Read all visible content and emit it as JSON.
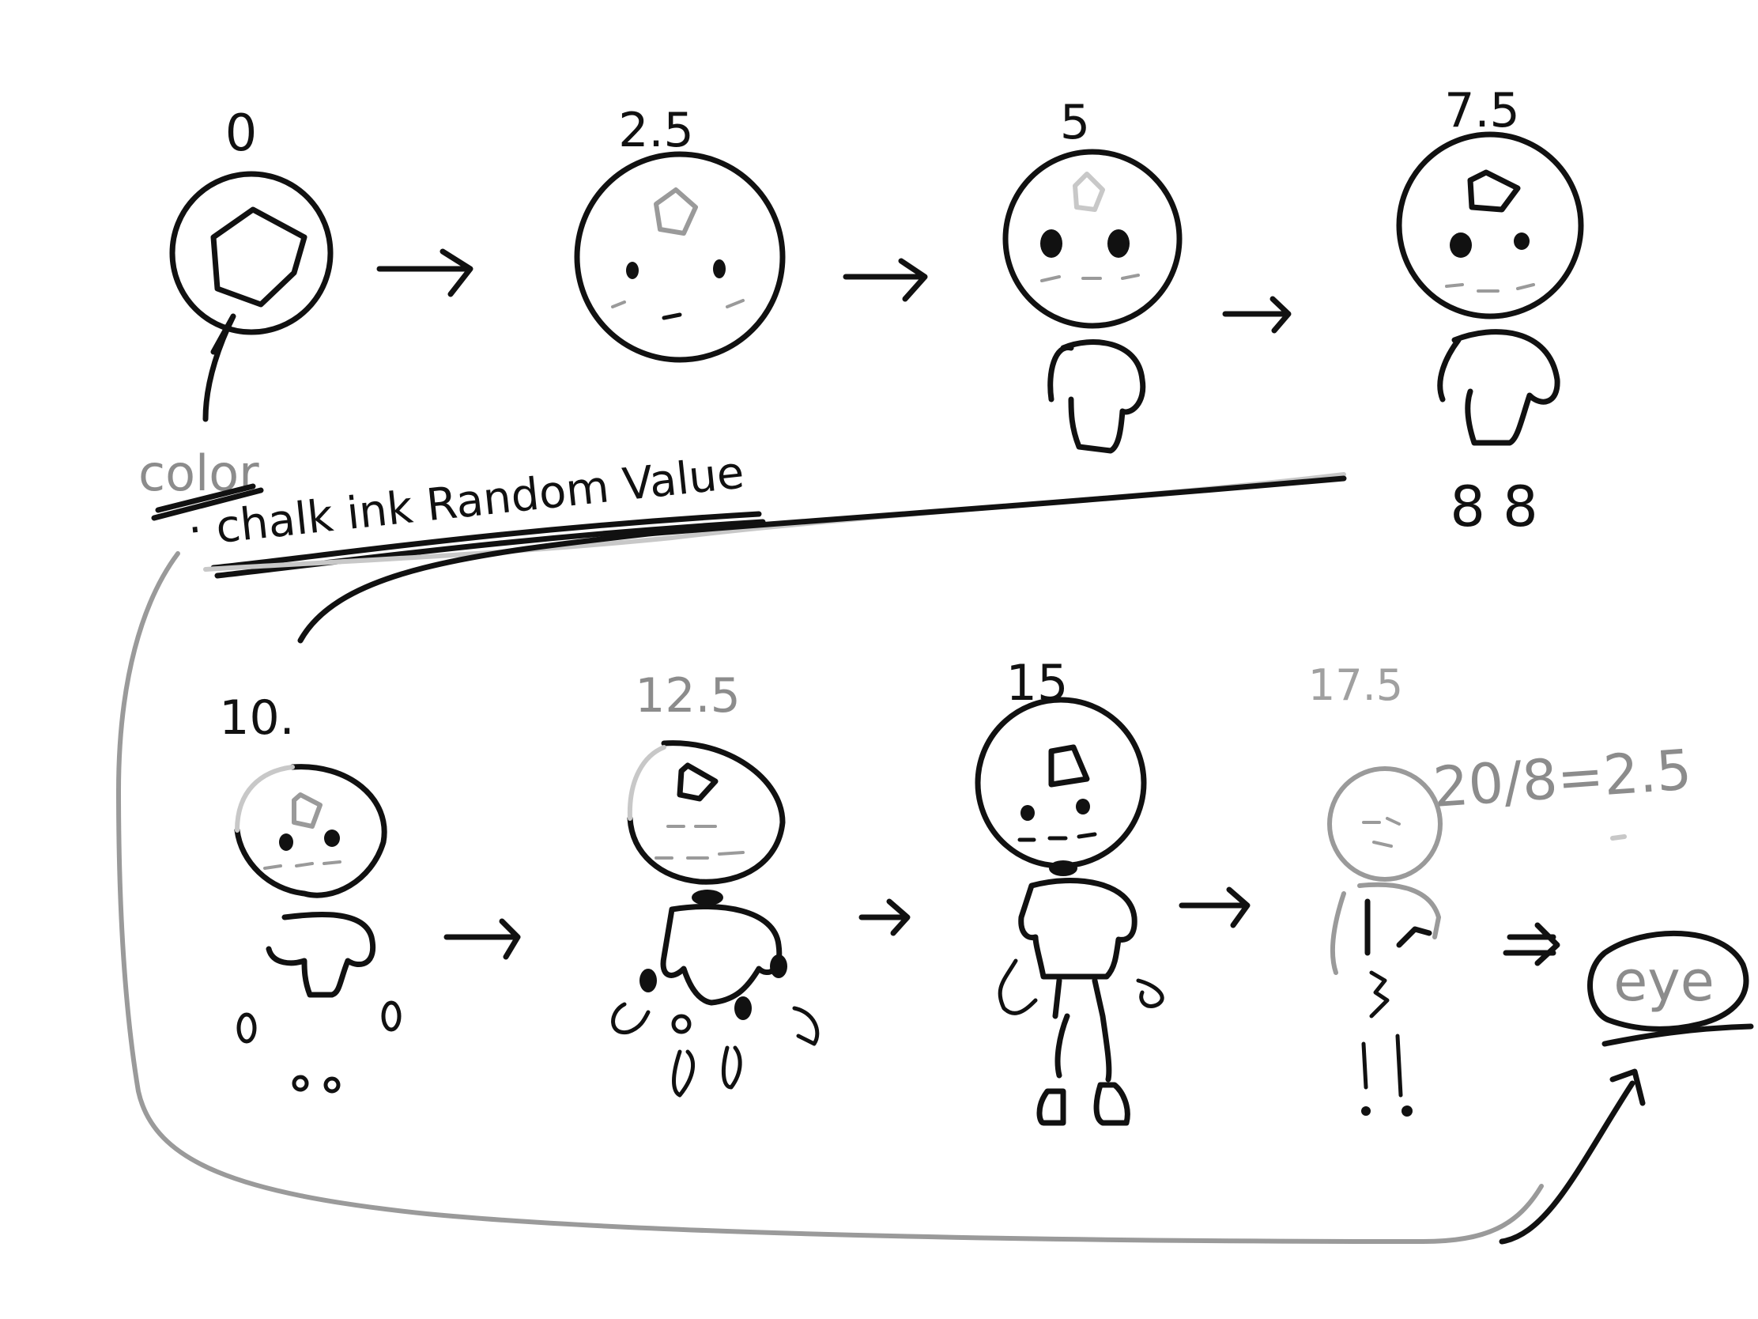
{
  "stages": [
    {
      "label": "0"
    },
    {
      "label": "2.5"
    },
    {
      "label": "5"
    },
    {
      "label": "7.5"
    },
    {
      "label": "10."
    },
    {
      "label": "12.5"
    },
    {
      "label": "15"
    },
    {
      "label": "17.5"
    }
  ],
  "annotations": {
    "color": "color",
    "random_note": "· chalk ink Random Value",
    "division": "20/8=2.5",
    "eye": "eye",
    "ticks_7_5": "8 8"
  },
  "colors": {
    "ink": "#111111",
    "faint_ink": "#9a9a9a",
    "paper": "#ffffff"
  },
  "icons": {
    "arrow": "right-arrow-icon",
    "figure": "stick-figure-icon",
    "gem": "pentagon-gem-icon"
  }
}
